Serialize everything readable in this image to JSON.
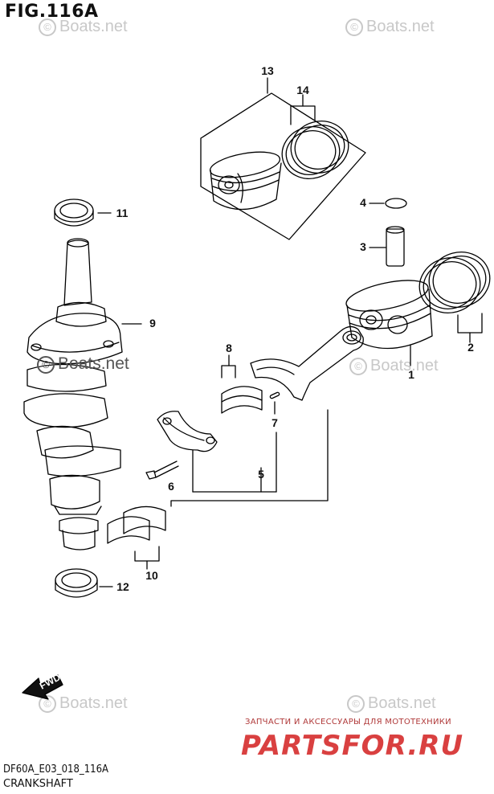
{
  "figure": {
    "title": "FIG.116A"
  },
  "watermarks": {
    "symbol": "©",
    "text": "Boats.net"
  },
  "parts": [
    {
      "callout": "1"
    },
    {
      "callout": "2"
    },
    {
      "callout": "3"
    },
    {
      "callout": "4"
    },
    {
      "callout": "5"
    },
    {
      "callout": "6"
    },
    {
      "callout": "7"
    },
    {
      "callout": "8"
    },
    {
      "callout": "9"
    },
    {
      "callout": "10"
    },
    {
      "callout": "11"
    },
    {
      "callout": "12"
    },
    {
      "callout": "13"
    },
    {
      "callout": "14"
    }
  ],
  "direction_arrow": {
    "label": "FWD"
  },
  "footer": {
    "code": "DF60A_E03_018_116A",
    "name": "CRANKSHAFT"
  },
  "shop": {
    "tagline": "ЗАПЧАСТИ И АКСЕССУАРЫ ДЛЯ МОТОТЕХНИКИ",
    "logo": "PARTSFOR.RU"
  }
}
